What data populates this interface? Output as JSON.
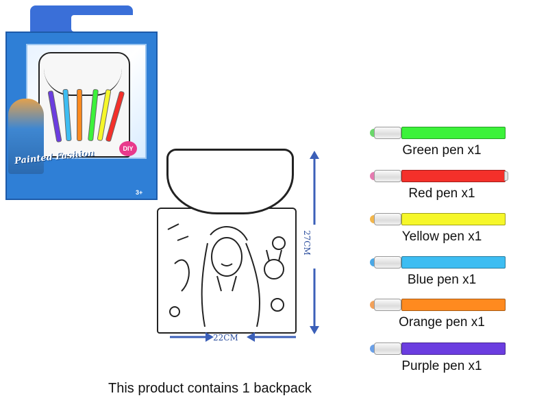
{
  "package": {
    "logo_text": "Painted Fashion",
    "badge": "DIY",
    "age": "3+"
  },
  "dimensions": {
    "height_label": "27CM",
    "width_label": "22CM",
    "arrow_color": "#3b5fb8"
  },
  "pens": [
    {
      "label": "Green pen x1",
      "color": "#3cf23a",
      "tip": "#6ad86a"
    },
    {
      "label": "Red pen x1",
      "color": "#f4302a",
      "tip": "#e57ab0"
    },
    {
      "label": "Yellow pen x1",
      "color": "#f6f72a",
      "tip": "#f3b64a"
    },
    {
      "label": "Blue pen x1",
      "color": "#3dbdf2",
      "tip": "#4aa8e6"
    },
    {
      "label": "Orange pen x1",
      "color": "#ff8a1f",
      "tip": "#f2a15a"
    },
    {
      "label": "Purple pen x1",
      "color": "#6b3de0",
      "tip": "#6aa0e8"
    }
  ],
  "caption": "This product contains 1 backpack"
}
